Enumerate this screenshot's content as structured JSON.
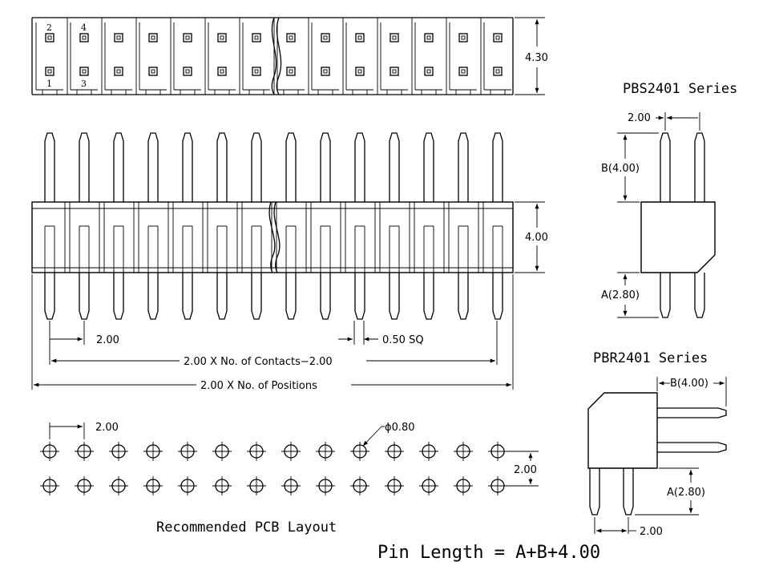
{
  "top_view": {
    "pin_numbers": [
      "2",
      "4",
      "1",
      "3"
    ],
    "height_label": "4.30"
  },
  "front_view": {
    "height_label": "4.00",
    "pitch_label": "2.00",
    "pin_size_label": "0.50 SQ",
    "contacts_label": "2.00 X No. of Contacts−2.00",
    "positions_label": "2.00 X No. of Positions"
  },
  "pcb_layout": {
    "pitch_label": "2.00",
    "hole_label": "ϕ0.80",
    "row_pitch_label": "2.00",
    "title": "Recommended PCB Layout"
  },
  "pbs": {
    "title": "PBS2401 Series",
    "pitch_label": "2.00",
    "b_label": "B(4.00)",
    "a_label": "A(2.80)"
  },
  "pbr": {
    "title": "PBR2401 Series",
    "b_label": "B(4.00)",
    "a_label": "A(2.80)",
    "pitch_label": "2.00"
  },
  "formula": "Pin Length = A+B+4.00"
}
